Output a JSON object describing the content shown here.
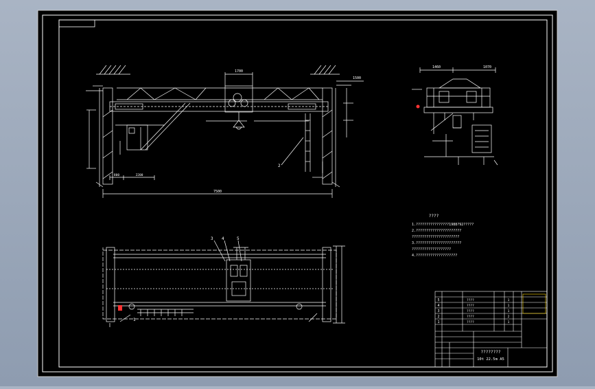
{
  "colors": {
    "viewport_bg": "#9aa6b8",
    "sheet_bg": "#000000",
    "line": "#ffffff",
    "accent_red": "#ff3333",
    "accent_yellow": "#ffd700"
  },
  "drawing": {
    "notes_heading": "????",
    "notes": [
      "1.????????????????1988?92?????",
      "2.??????????????????????",
      "  ???????????????????????",
      "3.??????????????????????",
      "  ???????????????????",
      "4.????????????????????"
    ],
    "front_view_dims": {
      "top_center": "1700",
      "right_top": "1500",
      "left_bottom_a": "800",
      "left_bottom_b": "2200",
      "bottom_total": "7500"
    },
    "callouts": {
      "c1": "1",
      "c2": "2",
      "c3": "3",
      "c4": "4",
      "c5": "5"
    },
    "side_view_dims": {
      "top_left": "1460",
      "top_right": "1070"
    },
    "title_block": {
      "drawing_name": "????????",
      "spec_text": "10t  22.5m  A5",
      "rows": [
        {
          "no": "5",
          "name": "????",
          "qty": "1"
        },
        {
          "no": "4",
          "name": "????",
          "qty": "1"
        },
        {
          "no": "3",
          "name": "????",
          "qty": "1"
        },
        {
          "no": "2",
          "name": "????",
          "qty": "2"
        },
        {
          "no": "1",
          "name": "????",
          "qty": "1"
        }
      ]
    }
  }
}
